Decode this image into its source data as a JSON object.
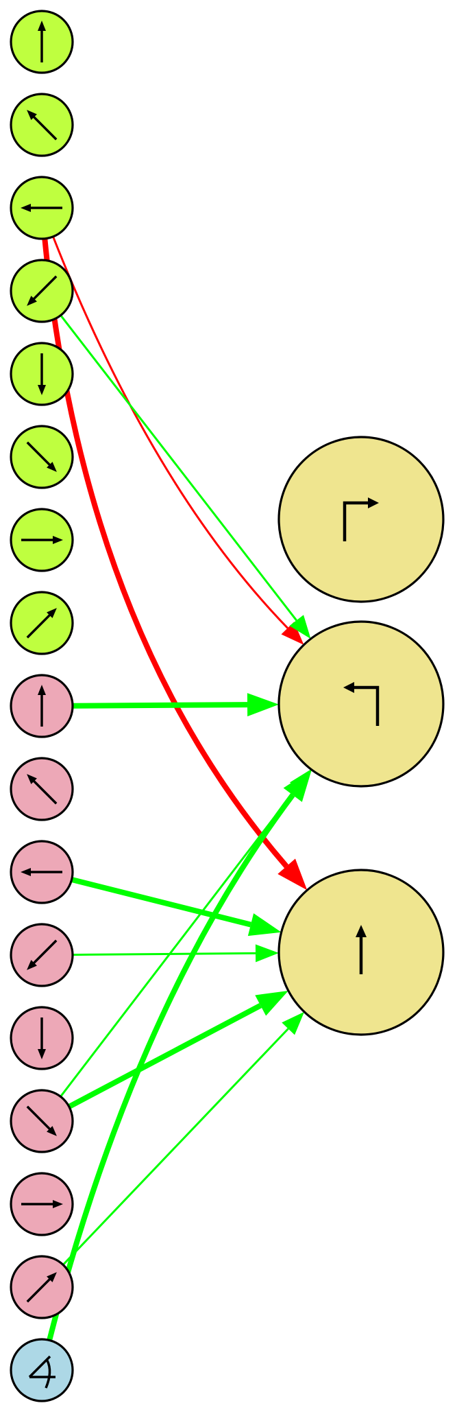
{
  "colors": {
    "direction_node": "#bfff3f",
    "movement_node": "#eda8b7",
    "rotation_node": "#add8e6",
    "action_node": "#efe58f",
    "excitatory": "#00ff00",
    "inhibitory": "#ff0000",
    "outline": "#000000"
  },
  "input_nodes": [
    {
      "id": "dir-up",
      "group": "direction",
      "icon": "arrow-up-icon",
      "angle": 0
    },
    {
      "id": "dir-up-left",
      "group": "direction",
      "icon": "arrow-up-left-icon",
      "angle": 315
    },
    {
      "id": "dir-left",
      "group": "direction",
      "icon": "arrow-left-icon",
      "angle": 270
    },
    {
      "id": "dir-down-left",
      "group": "direction",
      "icon": "arrow-down-left-icon",
      "angle": 225
    },
    {
      "id": "dir-down",
      "group": "direction",
      "icon": "arrow-down-icon",
      "angle": 180
    },
    {
      "id": "dir-down-right",
      "group": "direction",
      "icon": "arrow-down-right-icon",
      "angle": 135
    },
    {
      "id": "dir-right",
      "group": "direction",
      "icon": "arrow-right-icon",
      "angle": 90
    },
    {
      "id": "dir-up-right",
      "group": "direction",
      "icon": "arrow-up-right-icon",
      "angle": 45
    },
    {
      "id": "mov-up",
      "group": "movement",
      "icon": "arrow-up-icon",
      "angle": 0
    },
    {
      "id": "mov-up-left",
      "group": "movement",
      "icon": "arrow-up-left-icon",
      "angle": 315
    },
    {
      "id": "mov-left",
      "group": "movement",
      "icon": "arrow-left-icon",
      "angle": 270
    },
    {
      "id": "mov-down-left",
      "group": "movement",
      "icon": "arrow-down-left-icon",
      "angle": 225
    },
    {
      "id": "mov-down",
      "group": "movement",
      "icon": "arrow-down-icon",
      "angle": 180
    },
    {
      "id": "mov-down-right",
      "group": "movement",
      "icon": "arrow-down-right-icon",
      "angle": 135
    },
    {
      "id": "mov-right",
      "group": "movement",
      "icon": "arrow-right-icon",
      "angle": 90
    },
    {
      "id": "mov-up-right",
      "group": "movement",
      "icon": "arrow-up-right-icon",
      "angle": 45
    },
    {
      "id": "rotation",
      "group": "rotation",
      "icon": "angle-icon"
    }
  ],
  "output_nodes": [
    {
      "id": "turn-right",
      "icon": "turn-right-icon"
    },
    {
      "id": "turn-left",
      "icon": "turn-left-icon"
    },
    {
      "id": "forward",
      "icon": "forward-icon"
    }
  ],
  "connections": [
    {
      "from": "dir-left",
      "to": "turn-left",
      "sign": "inhibitory",
      "weight": "thin"
    },
    {
      "from": "dir-left",
      "to": "forward",
      "sign": "inhibitory",
      "weight": "thick"
    },
    {
      "from": "dir-down-left",
      "to": "turn-left",
      "sign": "excitatory",
      "weight": "thin"
    },
    {
      "from": "mov-up",
      "to": "turn-left",
      "sign": "excitatory",
      "weight": "thick"
    },
    {
      "from": "mov-left",
      "to": "forward",
      "sign": "excitatory",
      "weight": "thick"
    },
    {
      "from": "mov-down-left",
      "to": "forward",
      "sign": "excitatory",
      "weight": "thin"
    },
    {
      "from": "mov-down-right",
      "to": "forward",
      "sign": "excitatory",
      "weight": "thick"
    },
    {
      "from": "mov-down-right",
      "to": "turn-left",
      "sign": "excitatory",
      "weight": "thin"
    },
    {
      "from": "mov-up-right",
      "to": "forward",
      "sign": "excitatory",
      "weight": "thin"
    },
    {
      "from": "rotation",
      "to": "turn-left",
      "sign": "excitatory",
      "weight": "thick"
    }
  ]
}
